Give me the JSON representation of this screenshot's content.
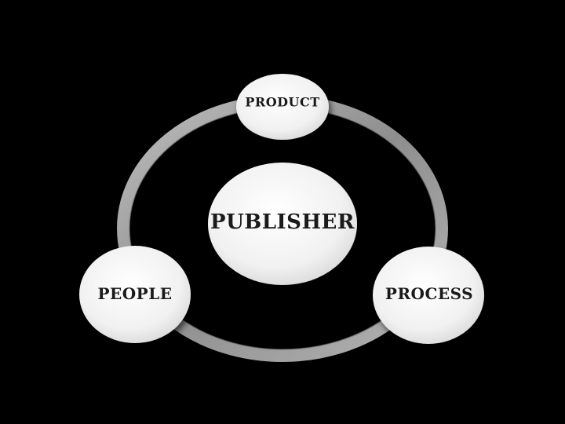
{
  "diagram": {
    "center": {
      "label": "PUBLISHER"
    },
    "nodes": [
      {
        "id": "product",
        "label": "PRODUCT"
      },
      {
        "id": "people",
        "label": "PEOPLE"
      },
      {
        "id": "process",
        "label": "PROCESS"
      }
    ],
    "colors": {
      "background": "#000000",
      "ring": "#9a9a9a",
      "circle_fill": "#f2f2f2"
    }
  }
}
